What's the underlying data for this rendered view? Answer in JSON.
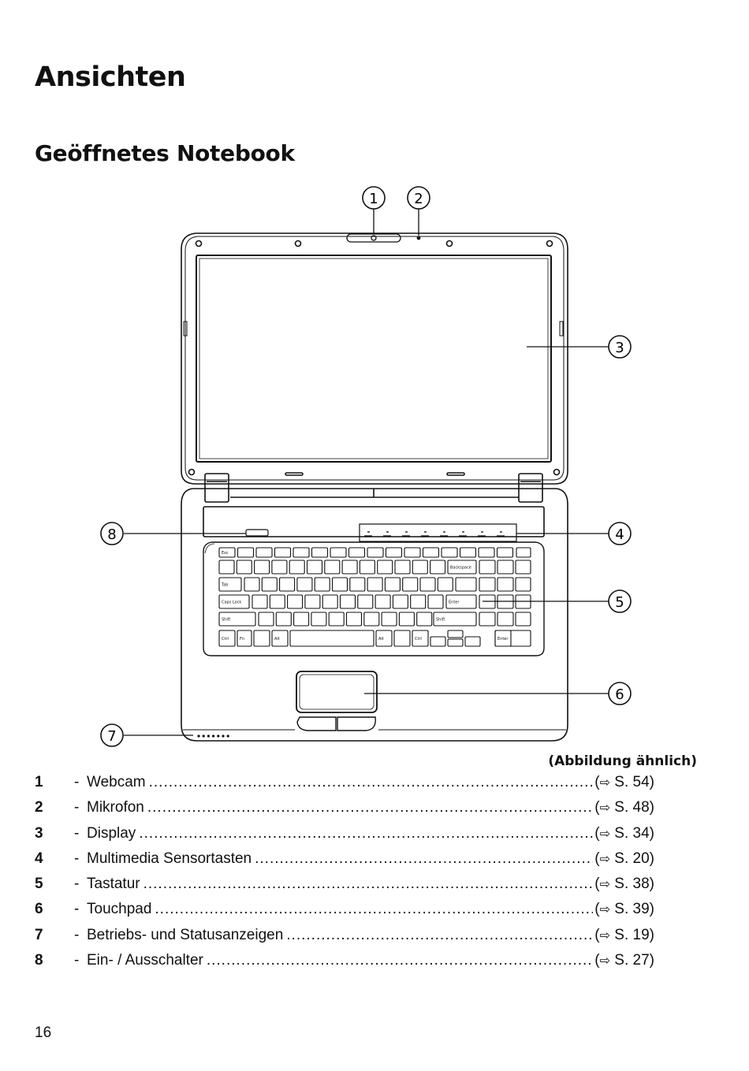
{
  "page": {
    "title": "Ansichten",
    "subtitle": "Geöffnetes Notebook",
    "caption": "(Abbildung ähnlich)",
    "page_number": "16"
  },
  "callouts": [
    "1",
    "2",
    "3",
    "4",
    "5",
    "6",
    "7",
    "8"
  ],
  "key_labels": {
    "esc": "Esc",
    "tab": "Tab",
    "caps": "Caps Lock",
    "shift": "Shift",
    "ctrl": "Ctrl",
    "fn": "Fn",
    "alt": "Alt",
    "enter": "Enter",
    "backspace": "Backspace"
  },
  "legend": [
    {
      "num": "1",
      "label": "Webcam",
      "arrow": "⇨",
      "page": "S. 54)"
    },
    {
      "num": "2",
      "label": "Mikrofon",
      "arrow": "⇨",
      "page": "S. 48)"
    },
    {
      "num": "3",
      "label": "Display",
      "arrow": "⇨",
      "page": "S. 34)"
    },
    {
      "num": "4",
      "label": "Multimedia Sensortasten",
      "arrow": "⇨",
      "page": "S. 20)"
    },
    {
      "num": "5",
      "label": "Tastatur",
      "arrow": "⇨",
      "page": "S. 38)"
    },
    {
      "num": "6",
      "label": "Touchpad",
      "arrow": "⇨",
      "page": "S. 39)"
    },
    {
      "num": "7",
      "label": "Betriebs- und Statusanzeigen",
      "arrow": "⇨",
      "page": "S. 19)"
    },
    {
      "num": "8",
      "label": "Ein- / Ausschalter",
      "arrow": "⇨",
      "page": "S. 27)"
    }
  ]
}
